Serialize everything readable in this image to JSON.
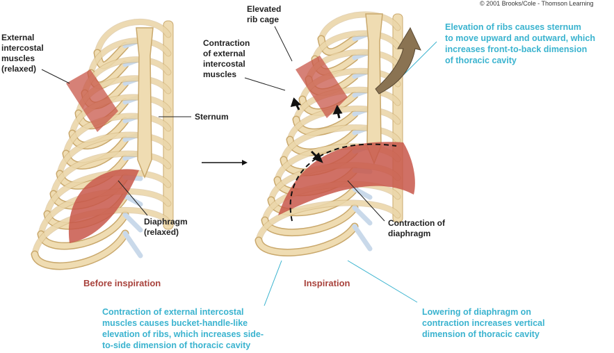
{
  "copyright": "© 2001 Brooks/Cole - Thomson Learning",
  "labels": {
    "external_intercostal_relaxed": "External\nintercostal\nmuscles\n(relaxed)",
    "sternum": "Sternum",
    "diaphragm_relaxed": "Diaphragm\n(relaxed)",
    "elevated_rib_cage": "Elevated\nrib cage",
    "contraction_external_intercostal": "Contraction\nof external\nintercostal\nmuscles",
    "contraction_diaphragm": "Contraction of\ndiaphragm"
  },
  "captions": {
    "before": "Before inspiration",
    "inspiration": "Inspiration"
  },
  "notes": {
    "sternum_elevation": "Elevation of ribs causes sternum\nto move upward and outward, which\nincreases front-to-back dimension\nof thoracic cavity",
    "intercostal": "Contraction of external intercostal\nmuscles causes bucket-handle-like\nelevation of ribs, which increases side-\nto-side dimension of thoracic cavity",
    "diaphragm": "Lowering of diaphragm on\ncontraction increases vertical\ndimension of thoracic cavity"
  },
  "colors": {
    "bone": "#efdcb2",
    "bone_stroke": "#c9a86c",
    "cartilage": "#c9d9ea",
    "muscle": "#c8574a",
    "note": "#3ab3cf",
    "caption": "#a8423c"
  }
}
